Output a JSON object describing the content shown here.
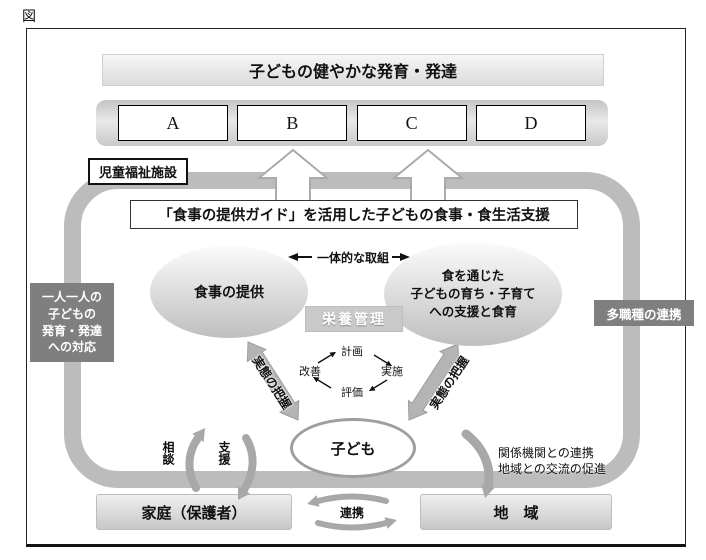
{
  "figure_label": "図",
  "header": {
    "goal_banner": "子どもの健やかな発育・発達",
    "boxes": [
      "A",
      "B",
      "C",
      "D"
    ],
    "facility_label": "児童福祉施設"
  },
  "guide": {
    "title": "「食事の提供ガイド」を活用した子どもの食事・食生活支援",
    "meal_ellipse": "食事の提供",
    "food_ellipse": "食を通じた\n子どもの育ち・子育て\nへの支援と食育",
    "integrated": "一体的な取組",
    "nutrition": "栄養管理",
    "pdca": {
      "plan": "計画",
      "do": "実施",
      "check": "評価",
      "act": "改善"
    },
    "grasp_left": "実態の把握",
    "grasp_right": "実態の把握",
    "child": "子ども"
  },
  "sides": {
    "left_label": "一人一人の\n子どもの\n発育・発達\nへの対応",
    "right_label": "多職種の連携"
  },
  "bottom": {
    "family": "家庭（保護者）",
    "region": "地　域",
    "consult": "相談",
    "support": "支援",
    "link": "連携",
    "region_note": "関係機関との連携\n地域との交流の促進"
  },
  "colors": {
    "ring_gray": "#bcbcbc",
    "side_label_gray": "#7f7f7f",
    "arrow_gray": "#b4b4b4",
    "box_gray": "#d9d9d9"
  }
}
